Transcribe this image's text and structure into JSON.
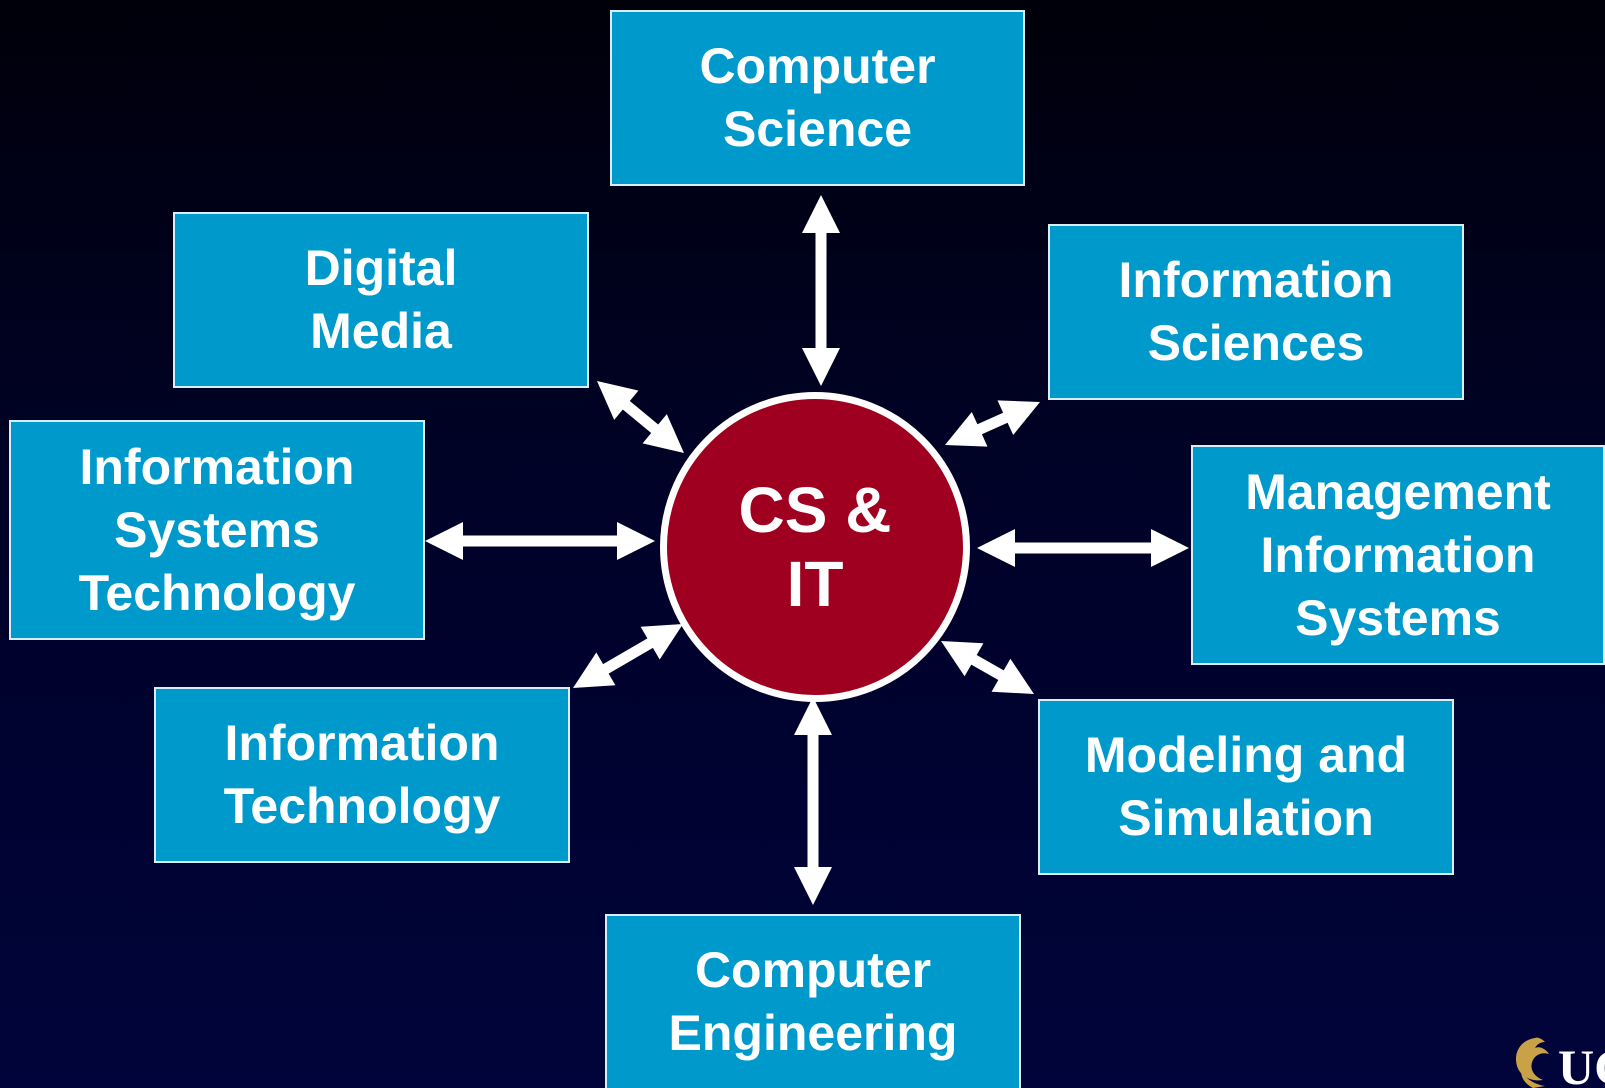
{
  "center": {
    "line1": "CS &",
    "line2": "IT"
  },
  "nodes": {
    "computer_science": [
      "Computer",
      "Science"
    ],
    "digital_media": [
      "Digital",
      "Media"
    ],
    "information_sciences": [
      "Information",
      "Sciences"
    ],
    "information_systems_technology": [
      "Information",
      "Systems",
      "Technology"
    ],
    "management_information_systems": [
      "Management",
      "Information",
      "Systems"
    ],
    "information_technology": [
      "Information",
      "Technology"
    ],
    "modeling_and_simulation": [
      "Modeling and",
      "Simulation"
    ],
    "computer_engineering": [
      "Computer",
      "Engineering"
    ]
  },
  "logo": {
    "text": "UC"
  },
  "colors": {
    "box": "#0099cc",
    "hub": "#a00020",
    "arrow": "#ffffff",
    "logo": "#c9a247"
  }
}
